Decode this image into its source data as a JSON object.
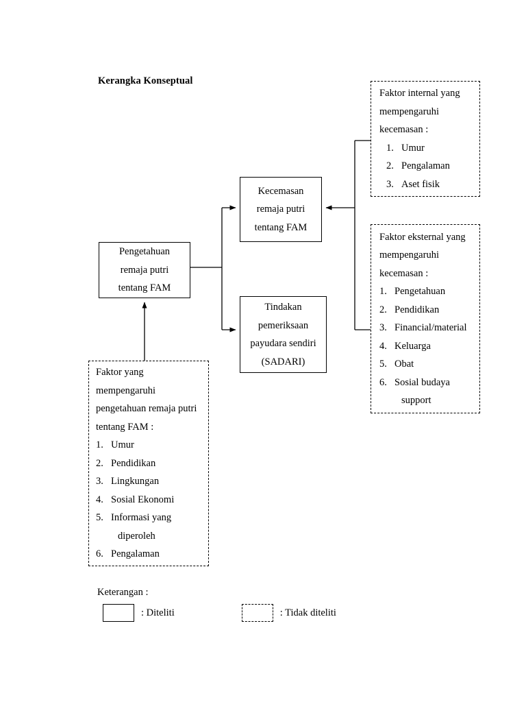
{
  "page": {
    "title": "Kerangka Konseptual",
    "background_color": "#ffffff",
    "line_color": "#000000"
  },
  "boxes": {
    "kecemasan": {
      "style": "solid",
      "lines": [
        "Kecemasan",
        "remaja putri",
        "tentang FAM"
      ]
    },
    "pengetahuan": {
      "style": "solid",
      "lines": [
        "Pengetahuan",
        "remaja putri",
        "tentang FAM"
      ]
    },
    "sadari": {
      "style": "solid",
      "lines": [
        "Tindakan",
        "pemeriksaan",
        "payudara sendiri",
        "(SADARI)"
      ]
    },
    "faktor_internal": {
      "style": "dashed",
      "heading": [
        "Faktor internal yang",
        "mempengaruhi",
        "kecemasan :"
      ],
      "items": [
        {
          "num": "1.",
          "text": "Umur"
        },
        {
          "num": "2.",
          "text": "Pengalaman"
        },
        {
          "num": "3.",
          "text": "Aset fisik"
        }
      ]
    },
    "faktor_eksternal": {
      "style": "dashed",
      "heading": [
        "Faktor eksternal yang",
        "mempengaruhi",
        "kecemasan :"
      ],
      "items": [
        {
          "num": "1.",
          "text": "Pengetahuan"
        },
        {
          "num": "2.",
          "text": "Pendidikan"
        },
        {
          "num": "3.",
          "text": "Financial/material"
        },
        {
          "num": "4.",
          "text": "Keluarga"
        },
        {
          "num": "5.",
          "text": "Obat"
        },
        {
          "num": "6.",
          "text": "Sosial budaya",
          "cont": "support"
        }
      ]
    },
    "faktor_pengetahuan": {
      "style": "dashed",
      "heading": [
        "Faktor yang",
        "mempengaruhi",
        "pengetahuan remaja putri",
        "tentang FAM :"
      ],
      "items": [
        {
          "num": "1.",
          "text": "Umur"
        },
        {
          "num": "2.",
          "text": "Pendidikan"
        },
        {
          "num": "3.",
          "text": "Lingkungan"
        },
        {
          "num": "4.",
          "text": "Sosial Ekonomi"
        },
        {
          "num": "5.",
          "text": "Informasi yang",
          "cont": "diperoleh"
        },
        {
          "num": "6.",
          "text": "Pengalaman"
        }
      ]
    }
  },
  "legend": {
    "title": "Keterangan :",
    "solid_label": ": Diteliti",
    "dashed_label": ": Tidak diteliti"
  }
}
